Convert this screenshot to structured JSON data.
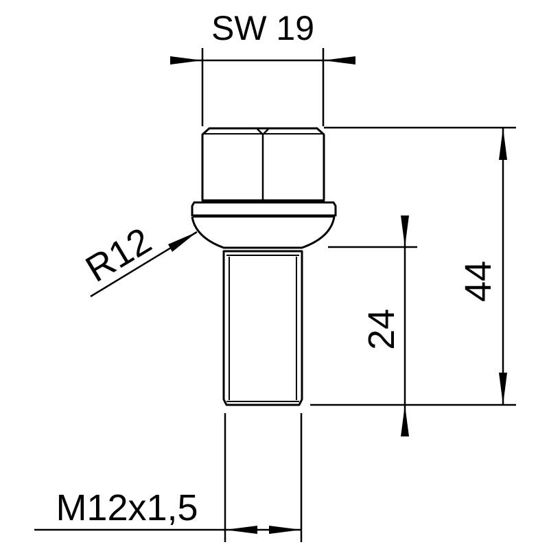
{
  "colors": {
    "line": "#000000",
    "background": "#ffffff"
  },
  "dimensions": {
    "wrench_size": "SW 19",
    "seat_radius": "R12",
    "thread_length": "24",
    "total_length": "44",
    "thread_spec": "M12x1,5"
  }
}
